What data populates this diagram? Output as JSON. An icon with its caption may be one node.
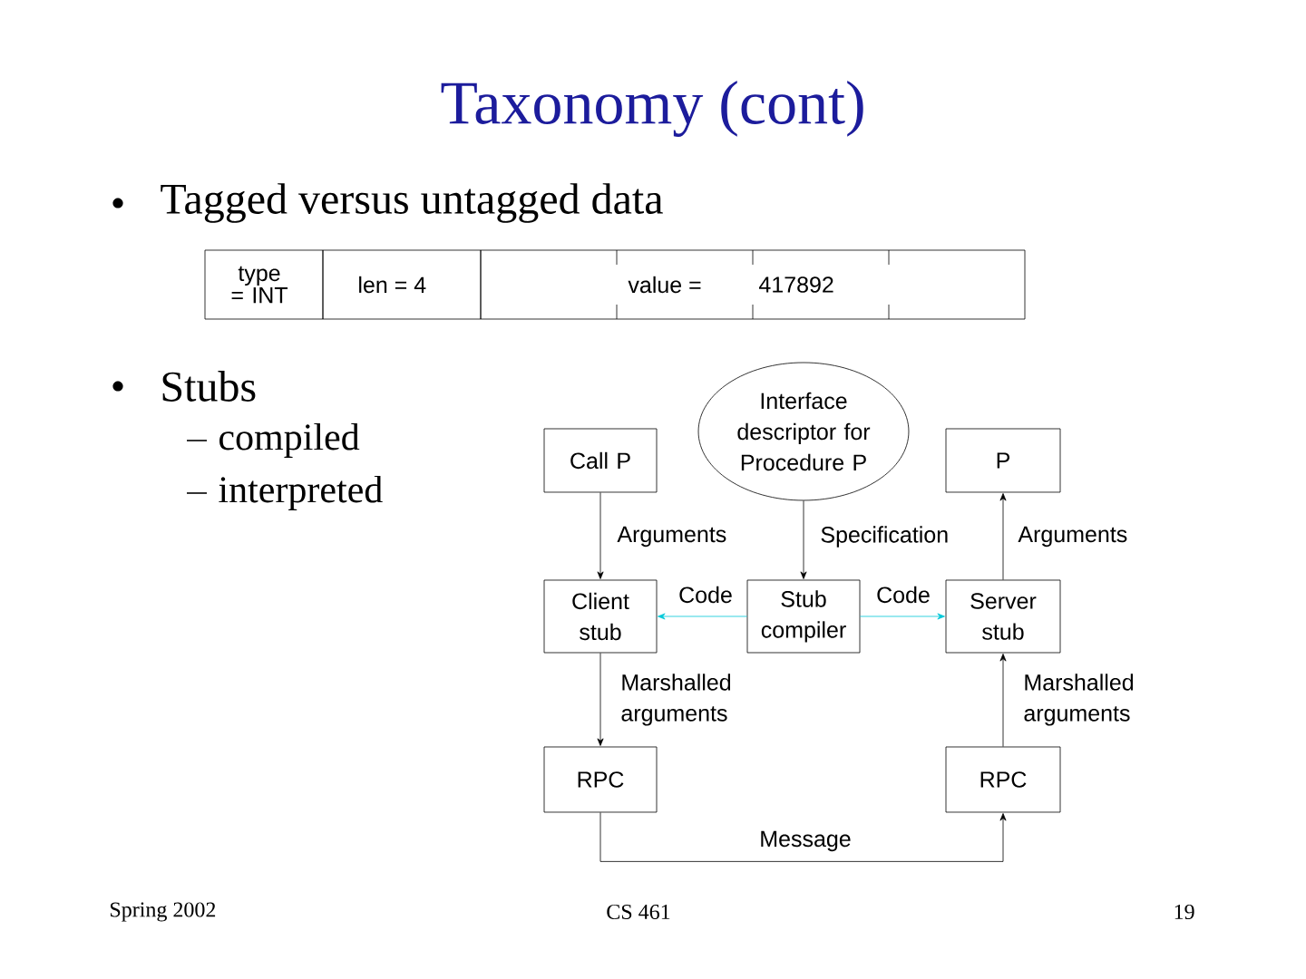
{
  "diagram": {
    "title": "Taxonomy (cont)",
    "nodes": [
      {
        "text": [
          "Call P"
        ]
      },
      {
        "text": [
          "Interface descriptor for Procedure P"
        ]
      },
      {
        "text": [
          "P"
        ]
      },
      {
        "text": [
          "Client stub"
        ]
      },
      {
        "text": [
          "Stub compiler"
        ]
      },
      {
        "text": [
          "Server stub"
        ]
      },
      {
        "text": [
          "RPC"
        ]
      },
      {
        "text": [
          "RPC"
        ]
      }
    ],
    "edges": [
      {
        "from": 0,
        "to": 3,
        "arrow": "to",
        "label": "Arguments"
      },
      {
        "from": 1,
        "to": 4,
        "arrow": "to",
        "label": "Specification"
      },
      {
        "from": 4,
        "to": 3,
        "arrow": "to",
        "label": "Code",
        "color": "#00c8d8"
      },
      {
        "from": 4,
        "to": 5,
        "arrow": "to",
        "label": "Code",
        "color": "#00c8d8"
      },
      {
        "from": 5,
        "to": 2,
        "arrow": "to",
        "label": "Arguments"
      },
      {
        "from": 3,
        "to": 6,
        "arrow": "to",
        "label": "Marshalled arguments"
      },
      {
        "from": 7,
        "to": 5,
        "arrow": "to",
        "label": "Marshalled arguments"
      },
      {
        "from": 6,
        "to": 7,
        "arrow": "to",
        "label": "Message"
      }
    ],
    "labels": [
      "Tagged versus untagged data",
      "type = INT",
      "len = 4",
      "value =",
      "417892",
      "Stubs",
      "compiled",
      "interpreted",
      "Spring 2002",
      "CS 461",
      "19"
    ]
  }
}
